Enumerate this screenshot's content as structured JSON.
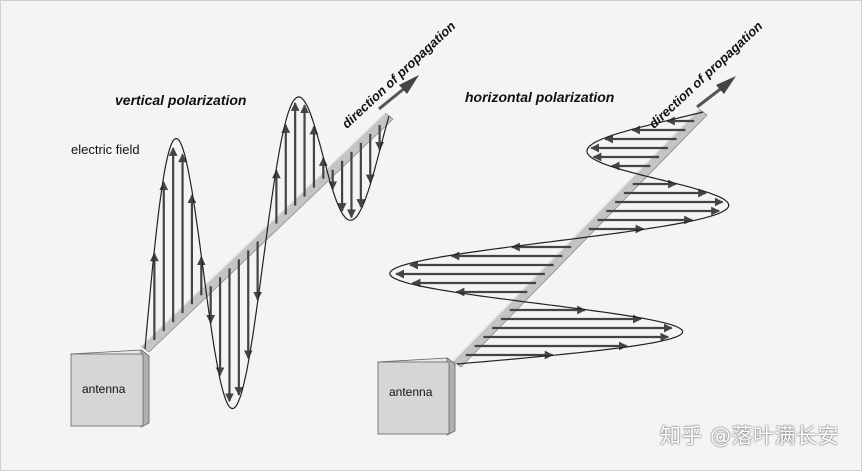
{
  "left_panel": {
    "title": "vertical polarization",
    "field_label": "electric field",
    "direction_label": "direction of propagation",
    "antenna_label": "antenna"
  },
  "right_panel": {
    "title": "horizontal polarization",
    "direction_label": "direction of propagation",
    "antenna_label": "antenna"
  },
  "watermark": "知乎 @落叶满长安",
  "colors": {
    "background": "#f4f4f4",
    "beam": "#b8b8b8",
    "antenna_fill": "#d6d6d6",
    "arrow": "#444444"
  }
}
